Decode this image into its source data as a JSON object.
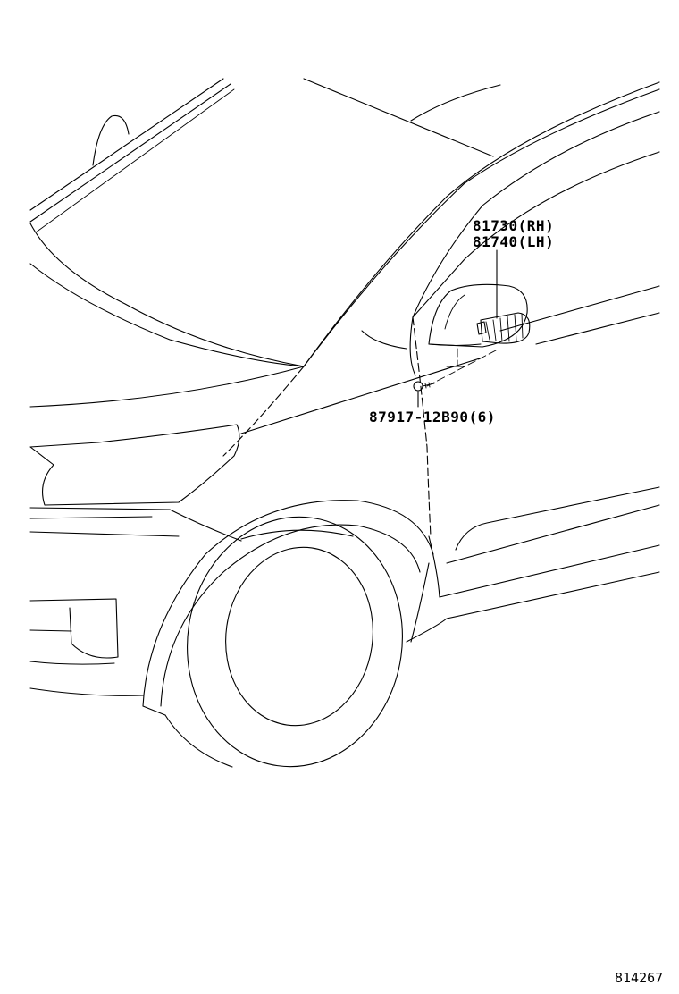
{
  "callouts": {
    "mirror_lamp_rh": "81730(RH)",
    "mirror_lamp_lh": "81740(LH)",
    "screw": "87917-12B90(6)"
  },
  "figure_number": "814267",
  "line_color": "#000000",
  "background_color": "#ffffff"
}
